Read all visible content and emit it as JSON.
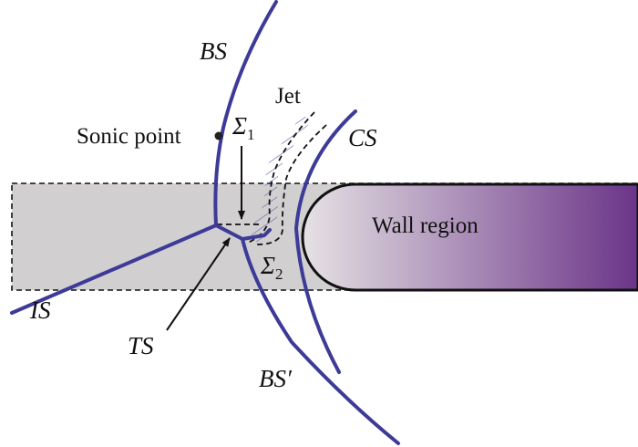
{
  "labels": {
    "bs": "BS",
    "bs_prime": "BS′",
    "cs": "CS",
    "is": "IS",
    "ts": "TS",
    "jet": "Jet",
    "sonic_point": "Sonic point",
    "wall_region": "Wall region",
    "sigma1_symbol": "Σ",
    "sigma1_sub": "1",
    "sigma2_symbol": "Σ",
    "sigma2_sub": "2"
  },
  "colors": {
    "shock_lines": "#3d3a98",
    "domain_fill": "#d2cfd0",
    "wall_gradient_start": "#e6e2e4",
    "wall_gradient_end": "#6a3488",
    "outline": "#111111"
  }
}
